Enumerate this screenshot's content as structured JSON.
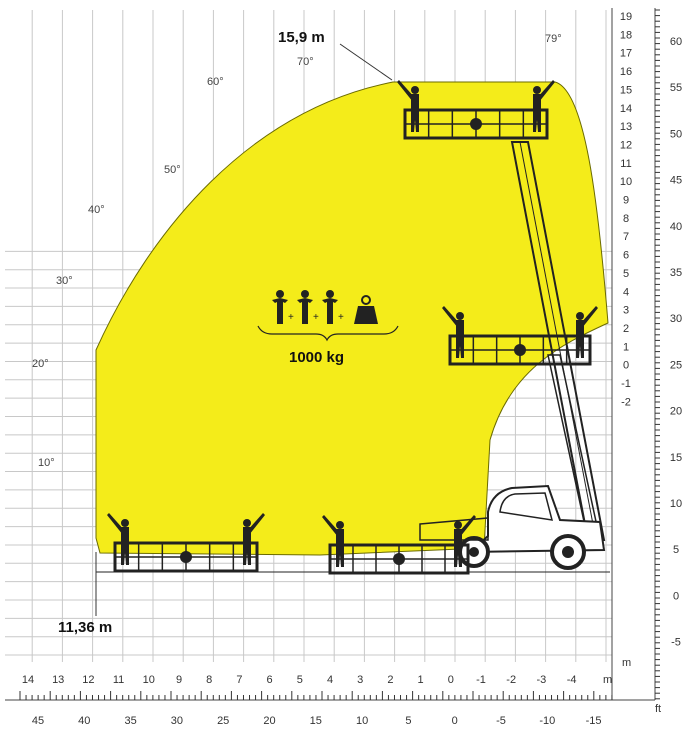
{
  "diagram": {
    "scales": {
      "horizontal_m": [
        "14",
        "13",
        "12",
        "11",
        "10",
        "9",
        "8",
        "7",
        "6",
        "5",
        "4",
        "3",
        "2",
        "1",
        "0",
        "-1",
        "-2",
        "-3",
        "-4"
      ],
      "horizontal_m_unit": "m",
      "horizontal_ft": [
        "45",
        "40",
        "35",
        "30",
        "25",
        "20",
        "15",
        "10",
        "5",
        "0",
        "-5",
        "-10",
        "-15"
      ],
      "horizontal_ft_unit": "ft",
      "vertical_m": [
        "19",
        "18",
        "17",
        "16",
        "15",
        "14",
        "13",
        "12",
        "11",
        "10",
        "9",
        "8",
        "7",
        "6",
        "5",
        "4",
        "3",
        "2",
        "1",
        "0",
        "-1",
        "-2"
      ],
      "vertical_m_unit": "m",
      "vertical_ft": [
        "60",
        "55",
        "50",
        "45",
        "40",
        "35",
        "30",
        "25",
        "20",
        "15",
        "10",
        "5",
        "0",
        "-5"
      ]
    },
    "angles": [
      "79°",
      "70°",
      "60°",
      "50°",
      "40°",
      "30°",
      "20°",
      "10°"
    ],
    "annotations": {
      "max_height": "15,9 m",
      "max_outreach": "11,36 m"
    },
    "capacity": {
      "label": "1000 kg",
      "icon": "three-persons-plus-weight-icon"
    },
    "colors": {
      "envelope": "#f4ec1a",
      "grid": "#c8c8c8",
      "outline": "#222222"
    }
  }
}
